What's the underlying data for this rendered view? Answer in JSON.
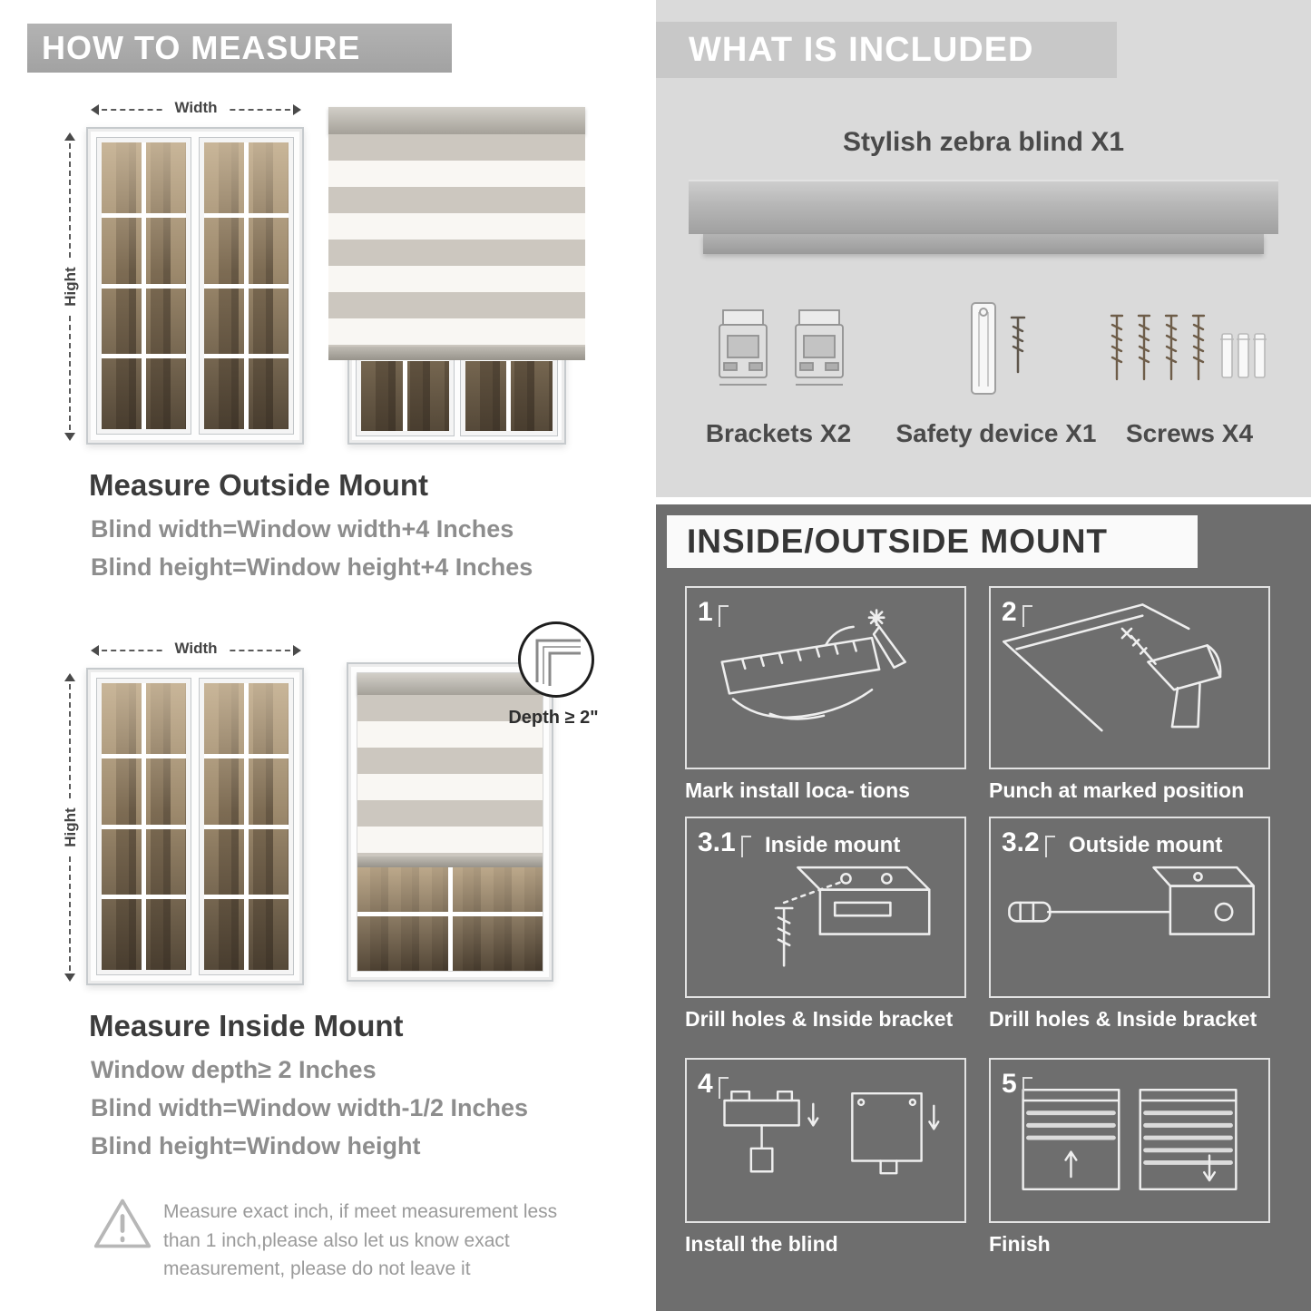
{
  "colors": {
    "banner_gray": "#a9a9a9",
    "included_bg": "#dadada",
    "mount_bg": "#6e6e6e",
    "blind_stripe": "#ccc7bf",
    "heading_text": "#3c3c3c",
    "body_text": "#8d8d8d"
  },
  "left": {
    "banner": "HOW TO MEASURE",
    "labels": {
      "width": "Width",
      "height": "Hight",
      "depth": "Depth ≥ 2\""
    },
    "outside": {
      "title": "Measure Outside Mount",
      "lines": [
        "Blind width=Window width+4 Inches",
        "Blind height=Window height+4 Inches"
      ]
    },
    "inside": {
      "title": "Measure Inside Mount",
      "lines": [
        "Window depth≥ 2 Inches",
        "Blind width=Window width-1/2 Inches",
        "Blind height=Window height"
      ]
    },
    "warning": "Measure exact inch, if meet measurement less than 1 inch,please also let us know exact measurement, please do not leave it"
  },
  "right": {
    "included": {
      "header": "WHAT IS INCLUDED",
      "product": "Stylish zebra blind X1",
      "items": [
        {
          "label": "Brackets X2"
        },
        {
          "label": "Safety device X1"
        },
        {
          "label": "Screws X4"
        }
      ]
    },
    "mount": {
      "header": "INSIDE/OUTSIDE MOUNT",
      "steps": [
        {
          "num": "1",
          "title": "",
          "caption": "Mark install loca- tions"
        },
        {
          "num": "2",
          "title": "",
          "caption": "Punch at  marked position"
        },
        {
          "num": "3.1",
          "title": "Inside mount",
          "caption": "Drill holes &  Inside bracket"
        },
        {
          "num": "3.2",
          "title": "Outside mount",
          "caption": "Drill holes &  Inside bracket"
        },
        {
          "num": "4",
          "title": "",
          "caption": "Install the blind"
        },
        {
          "num": "5",
          "title": "",
          "caption": "Finish"
        }
      ]
    }
  }
}
